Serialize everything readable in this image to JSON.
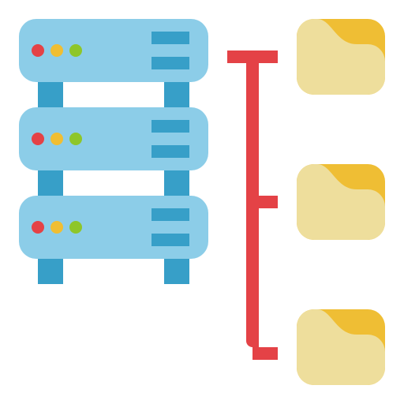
{
  "icon": {
    "name": "server-file-storage-icon",
    "colors": {
      "rack_leg": "#379fc8",
      "server_body": "#8ccde8",
      "vent_slot": "#379fc8",
      "led_red": "#e44246",
      "led_yellow": "#f0be32",
      "led_green": "#8ec62a",
      "connector": "#e44246",
      "folder_back": "#efbe34",
      "folder_front": "#eede9c"
    },
    "servers": [
      {
        "name": "server-unit-1",
        "leds": [
          "led_red",
          "led_yellow",
          "led_green"
        ]
      },
      {
        "name": "server-unit-2",
        "leds": [
          "led_red",
          "led_yellow",
          "led_green"
        ]
      },
      {
        "name": "server-unit-3",
        "leds": [
          "led_red",
          "led_yellow",
          "led_green"
        ]
      }
    ],
    "folders": [
      {
        "name": "folder-top-icon"
      },
      {
        "name": "folder-middle-icon"
      },
      {
        "name": "folder-bottom-icon"
      }
    ]
  }
}
